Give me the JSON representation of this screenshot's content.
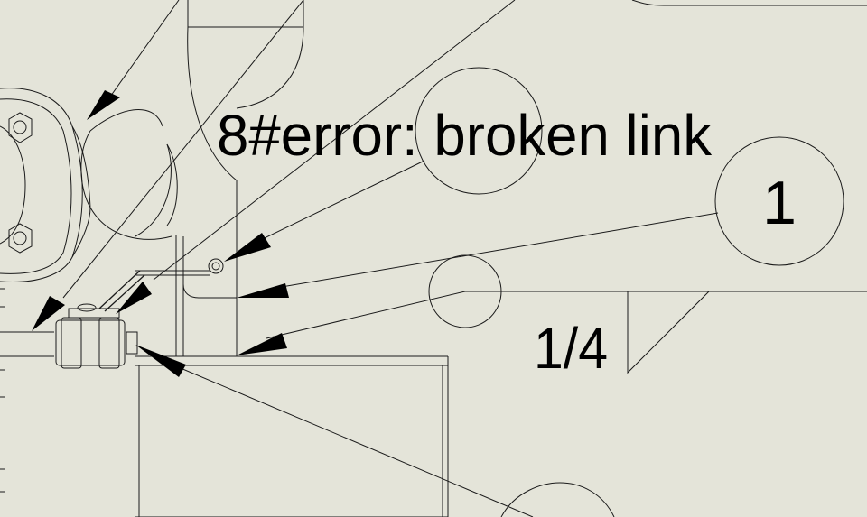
{
  "drawing": {
    "background": "#e4e4d9",
    "line_color": "#1a1a1a",
    "balloons": [
      {
        "id": "error-note",
        "text": "8#error: broken link"
      },
      {
        "id": "item-1",
        "text": "1"
      }
    ],
    "weld_symbol": {
      "size": "1/4",
      "type": "fillet"
    }
  }
}
